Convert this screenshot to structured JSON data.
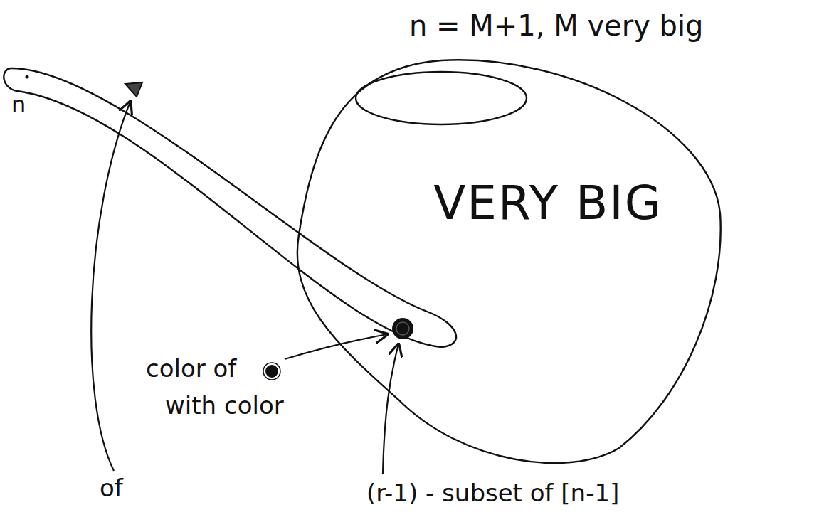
{
  "diagram": {
    "nodes": [
      {
        "text": [
          "VERY BIG"
        ]
      }
    ],
    "labels": [
      "n = M+1, M very big",
      "n",
      "color of",
      "with color",
      "of",
      "(r-1) - subset of [n-1]"
    ]
  }
}
